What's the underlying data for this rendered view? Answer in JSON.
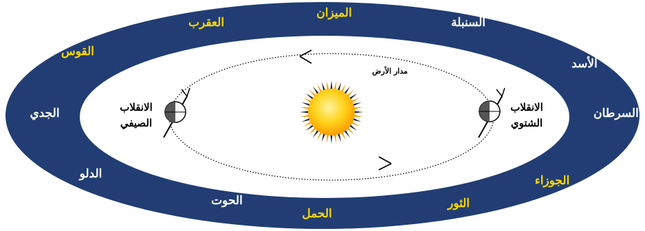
{
  "colors": {
    "ring": "#213d73",
    "inner": "#ffffff",
    "sign_yellow": "#ffd700",
    "sign_white": "#ffffff",
    "sun_core": "#ffd21a",
    "sun_edge": "#ff9c00"
  },
  "zodiac": {
    "mizan": "الميزان",
    "aqrab": "العقرب",
    "sunbula": "السنبلة",
    "qaws": "القوس",
    "asad": "الأسد",
    "jady": "الجدي",
    "saratan": "السرطان",
    "dalw": "الدلو",
    "jawza": "الجوزاء",
    "hoot": "الحوت",
    "thawr": "الثور",
    "hamal": "الحمل"
  },
  "orbit_label": "مدار الأرض",
  "summer_solstice": {
    "line1": "الانقلاب",
    "line2": "الصيفي"
  },
  "winter_solstice": {
    "line1": "الانقلاب",
    "line2": "الشتوي"
  },
  "icons": {
    "sun": "sun-icon",
    "earth_left": "earth-summer-icon",
    "earth_right": "earth-winter-icon",
    "arrow_top": "arrow-left-icon",
    "arrow_bottom": "arrow-right-icon"
  }
}
